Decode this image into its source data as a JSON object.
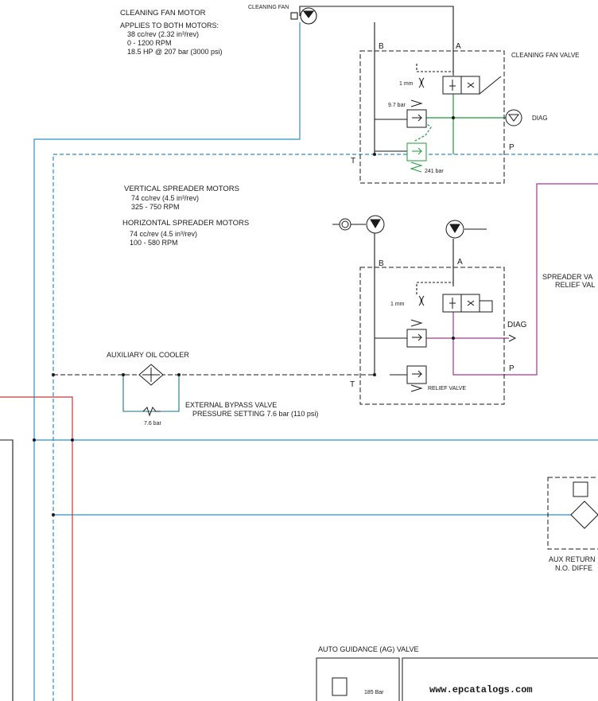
{
  "labels": {
    "fan_motor_title": "CLEANING FAN MOTOR",
    "fan_motor_spec1": "APPLIES TO BOTH MOTORS:",
    "fan_motor_spec2": "38 cc/rev (2.32 in³/rev)",
    "fan_motor_spec3": "0 - 1200 RPM",
    "fan_motor_spec4": "18.5 HP @ 207 bar (3000 psi)",
    "fan_motor_tag": "CLEANING FAN",
    "fan_valve_title": "CLEANING FAN VALVE",
    "port_b1": "B",
    "port_a1": "A",
    "orifice1": "1 mm",
    "pressure_97": "9.7 bar",
    "relief_241": "241 bar",
    "diag1": "DIAG",
    "port_t1": "T",
    "port_p1": "P",
    "vert_motors_title": "VERTICAL SPREADER MOTORS",
    "vert_spec1": "74 cc/rev (4.5 in³/rev)",
    "vert_spec2": "325 - 750 RPM",
    "horiz_motors_title": "HORIZONTAL SPREADER MOTORS",
    "horiz_spec1": "74 cc/rev (4.5 in³/rev)",
    "horiz_spec2": "100 - 580 RPM",
    "port_b2": "B",
    "port_a2": "A",
    "spreader_relief1": "SPREADER VA",
    "spreader_relief2": "RELIEF VAL",
    "orifice2": "1 mm",
    "diag2": "DIAG",
    "port_p2": "P",
    "port_t2": "T",
    "relief_valve": "RELIEF VALVE",
    "aux_cooler": "AUXILIARY OIL COOLER",
    "bypass_title": "EXTERNAL BYPASS VALVE",
    "bypass_setting": "PRESSURE SETTING 7.6 bar (110 psi)",
    "bypass_76": "7.6 bar",
    "aux_return1": "AUX RETURN",
    "aux_return2": "N.O. DIFFE",
    "ag_valve": "AUTO GUIDANCE (AG) VALVE",
    "ag_185": "185 Bar",
    "watermark": "www.epcatalogs.com"
  },
  "colors": {
    "return_line": "#2e8fc4",
    "pressure_line": "#1f9a3a",
    "spreader_line": "#9a3b8c",
    "supply_line": "#c43a3a",
    "component": "#1a1a1a"
  }
}
